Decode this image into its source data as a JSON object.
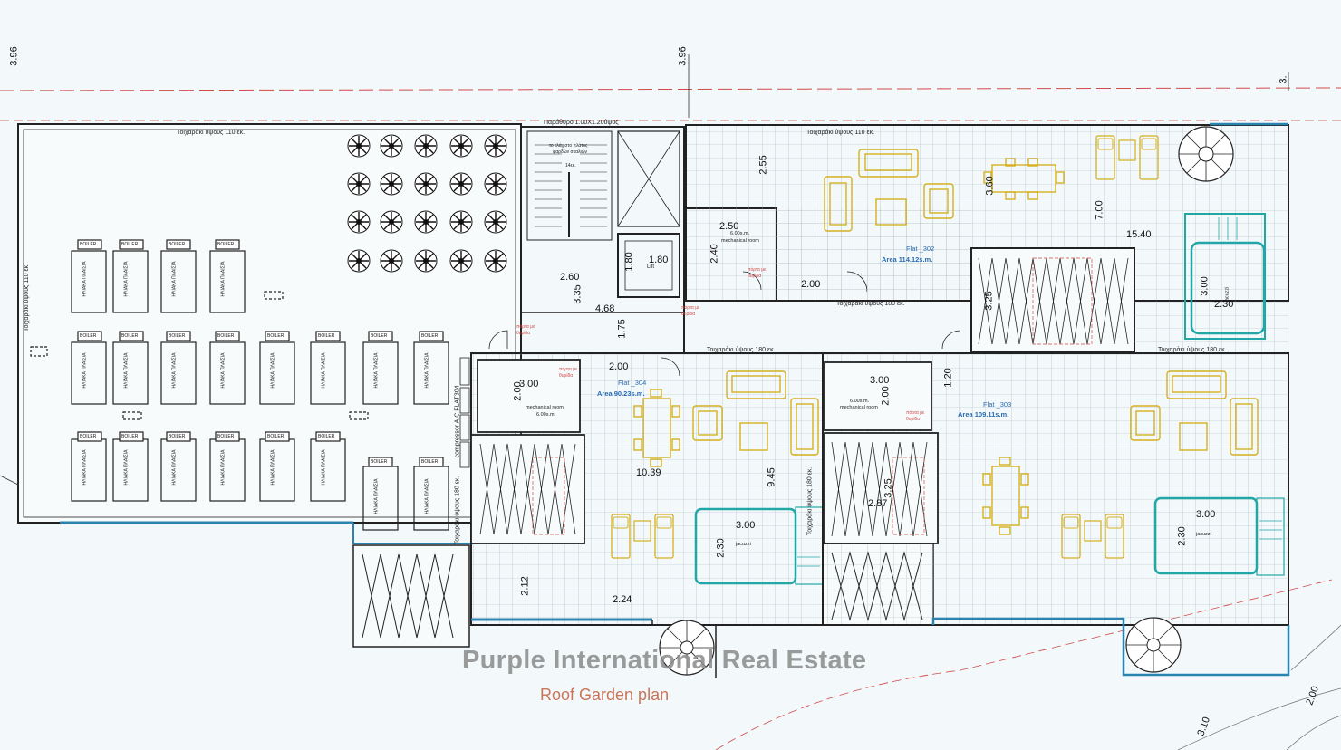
{
  "title": {
    "company": "Purple International Real Estate",
    "plan_name": "Roof Garden plan"
  },
  "flats": [
    {
      "name": "Flat _302",
      "area": "Area 114.12s.m."
    },
    {
      "name": "Flat _304",
      "area": "Area 90.23s.m."
    },
    {
      "name": "Flat _303",
      "area": "Area 109.11s.m."
    }
  ],
  "rooms": {
    "lift": "Lift",
    "mechanical_room_1": "mechanical room",
    "mechanical_room_1_area": "6.00s.m.",
    "mechanical_room_2": "mechanical room",
    "mechanical_room_2_area": "6.00s.m.",
    "mechanical_room_3": "mechanical room",
    "mechanical_room_3_area": "6.00s.m.",
    "jacuzzi_1": "jacuzzi",
    "jacuzzi_2": "jacuzzi",
    "jacuzzi_3": "jacuzzi"
  },
  "wall_notes": {
    "parapet_top_left": "Τοιχαράκι ύψους 110 εκ.",
    "parapet_top_right": "Τοιχαράκι ύψους 110 εκ.",
    "parapet_left_side": "Τοιχαράκι ύψους 110 εκ.",
    "parapet_mid_1": "Τοιχαράκι ύψους 180 εκ.",
    "parapet_mid_2": "Τοιχαράκι ύψους 180 εκ.",
    "parapet_mid_3": "Τοιχαράκι ύψους 180 εκ.",
    "parapet_v_1": "Τοιχαράκι ύψους 180 εκ.",
    "parapet_v_2": "Τοιχαράκι ύψους 180 εκ.",
    "window": "Παράθυρο 1.00X1.20ύψος",
    "stair_note_1": "το ελάχιστο πλάτος",
    "stair_note_2": "φαρδών σκαλιών",
    "stair_note_3": "14εκ.",
    "compressor": "compressor A.C FLAT304"
  },
  "red_notes": {
    "door_1a": "πόρτα με",
    "door_1b": "θυρίδα",
    "door_2a": "πόρτα με",
    "door_2b": "θυρίδα",
    "door_3a": "πόρτα με",
    "door_3b": "θυρίδα",
    "door_4a": "πόρτα με",
    "door_4b": "θυρίδα",
    "door_5a": "πόρτα με",
    "door_5b": "θυρίδα"
  },
  "equipment": {
    "boiler": "BOILER",
    "solar_panel": "ΗΛΙΑΚΑ ΠΛΑΙΣΙΑ"
  },
  "dimensions": {
    "top_left": "3.96",
    "top_mid": "3.96",
    "top_right": "3.",
    "d_2_55": "2.55",
    "d_3_60": "3.60",
    "d_7_00": "7.00",
    "d_15_40": "15.40",
    "d_2_50": "2.50",
    "d_2_40": "2.40",
    "d_1_80_h": "1.80",
    "d_1_80_v": "1.80",
    "d_2_60": "2.60",
    "d_3_35": "3.35",
    "d_4_68": "4.68",
    "d_1_75": "1.75",
    "d_2_00_a": "2.00",
    "d_2_00_b": "2.00",
    "d_3_25": "3.25",
    "d_3_00_a": "3.00",
    "d_2_30_a": "2.30",
    "d_3_00_b": "3.00",
    "d_2_00_c": "2.00",
    "d_3_00_c": "3.00",
    "d_2_00_d": "2.00",
    "d_1_20": "1.20",
    "d_10_39": "10.39",
    "d_9_45": "9.45",
    "d_3_25_b": "3.25",
    "d_2_87": "2.87",
    "d_3_00_d": "3.00",
    "d_2_30_b": "2.30",
    "d_3_00_e": "3.00",
    "d_2_30_c": "2.30",
    "d_2_12": "2.12",
    "d_2_24": "2.24",
    "d_2_00_e": "2.00",
    "d_3_10": "3.10"
  },
  "colors": {
    "wall": "#222222",
    "grid": "#aab4bc",
    "furniture": "#d4b020",
    "pool": "#22a6a6",
    "boundary_red": "#d04a4a",
    "accent_blue": "#2b84b0"
  }
}
